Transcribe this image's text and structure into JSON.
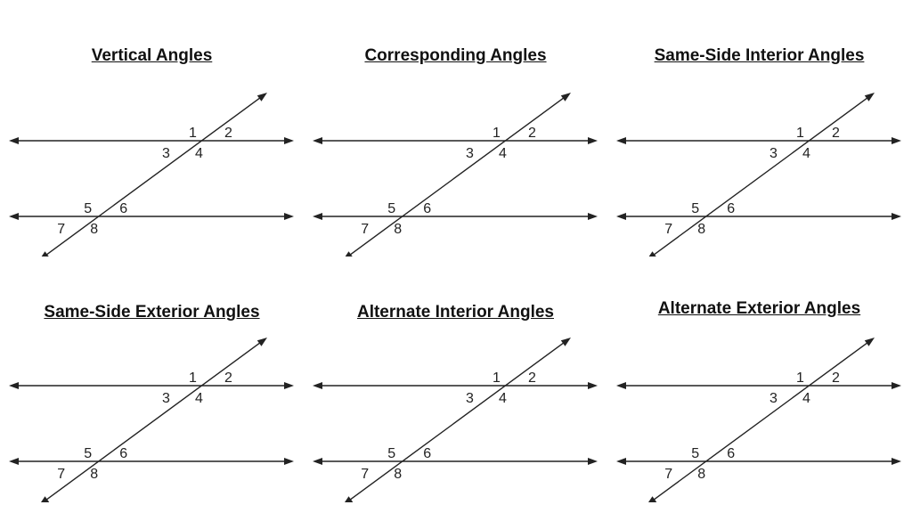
{
  "panels": [
    {
      "title": "Vertical Angles",
      "labels": [
        "1",
        "2",
        "3",
        "4",
        "5",
        "6",
        "7",
        "8"
      ]
    },
    {
      "title": "Corresponding Angles",
      "labels": [
        "1",
        "2",
        "3",
        "4",
        "5",
        "6",
        "7",
        "8"
      ]
    },
    {
      "title": "Same-Side Interior Angles",
      "labels": [
        "1",
        "2",
        "3",
        "4",
        "5",
        "6",
        "7",
        "8"
      ]
    },
    {
      "title": "Same-Side Exterior Angles",
      "labels": [
        "1",
        "2",
        "3",
        "4",
        "5",
        "6",
        "7",
        "8"
      ]
    },
    {
      "title": "Alternate Interior Angles",
      "labels": [
        "1",
        "2",
        "3",
        "4",
        "5",
        "6",
        "7",
        "8"
      ]
    },
    {
      "title": "Alternate Exterior Angles",
      "labels": [
        "1",
        "2",
        "3",
        "4",
        "5",
        "6",
        "7",
        "8"
      ]
    }
  ],
  "colors": {
    "line": "#222222",
    "text": "#111111",
    "background": "#ffffff"
  }
}
